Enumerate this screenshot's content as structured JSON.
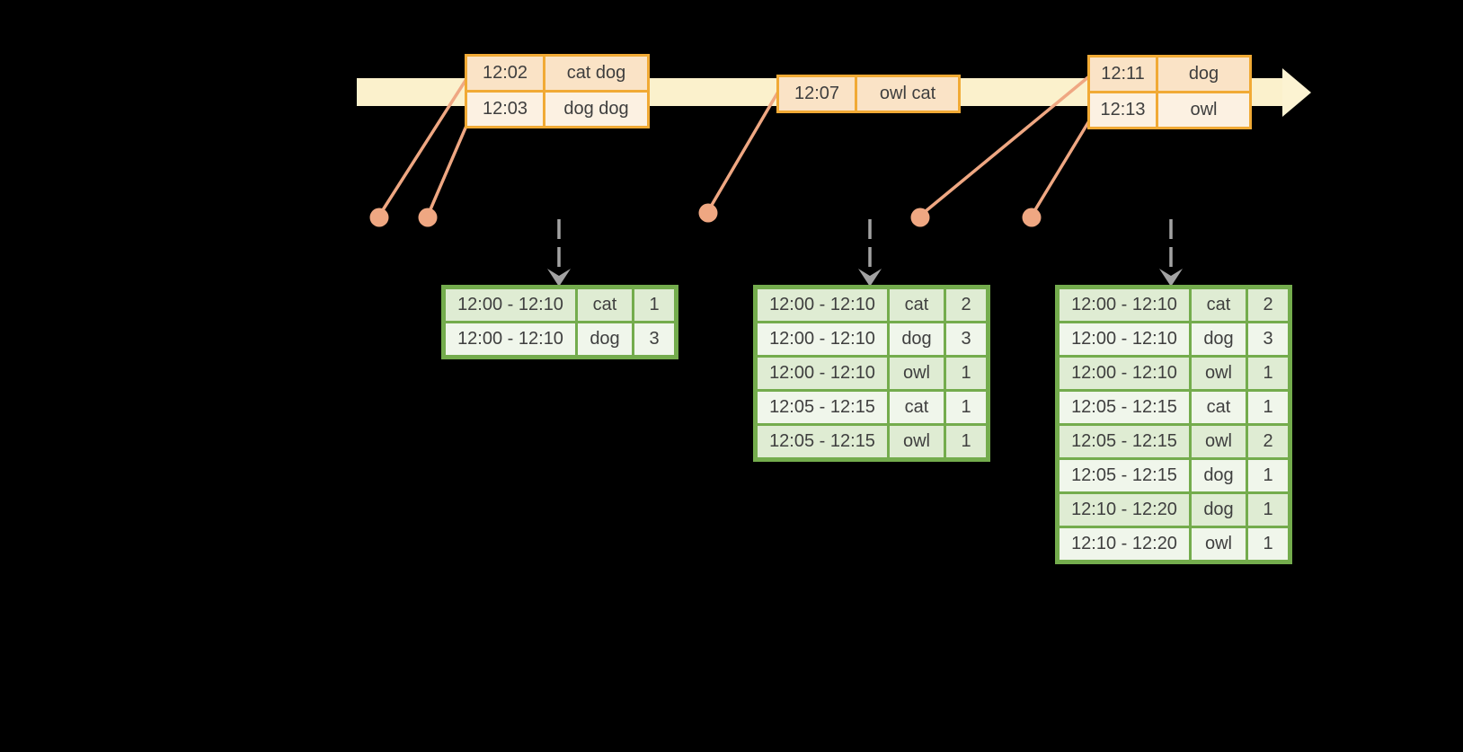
{
  "colors": {
    "background": "#000000",
    "timeline_fill": "#FBF1CC",
    "event_table_border": "#F1AA35",
    "event_row_dark": "#FAE3C6",
    "event_row_light": "#FCF1E2",
    "connector_salmon": "#EFA782",
    "trigger_arrow_gray": "#A3A3A3",
    "result_table_border": "#74AC4D",
    "result_row_dark": "#DFECD3",
    "result_row_light": "#F0F6EB",
    "text": "#3E3E3E"
  },
  "icons": {
    "timeline_arrowhead": "right-arrowhead",
    "trigger_arrowhead": "down-chevron",
    "event_time_marker": "dot"
  },
  "events": [
    {
      "rows": [
        {
          "time": "12:02",
          "words": "cat dog"
        },
        {
          "time": "12:03",
          "words": "dog dog"
        }
      ]
    },
    {
      "rows": [
        {
          "time": "12:07",
          "words": "owl cat"
        }
      ]
    },
    {
      "rows": [
        {
          "time": "12:11",
          "words": "dog"
        },
        {
          "time": "12:13",
          "words": "owl"
        }
      ]
    }
  ],
  "results": [
    {
      "rows": [
        {
          "window": "12:00 - 12:10",
          "word": "cat",
          "count": "1"
        },
        {
          "window": "12:00 - 12:10",
          "word": "dog",
          "count": "3"
        }
      ]
    },
    {
      "rows": [
        {
          "window": "12:00 - 12:10",
          "word": "cat",
          "count": "2"
        },
        {
          "window": "12:00 - 12:10",
          "word": "dog",
          "count": "3"
        },
        {
          "window": "12:00 - 12:10",
          "word": "owl",
          "count": "1"
        },
        {
          "window": "12:05 - 12:15",
          "word": "cat",
          "count": "1"
        },
        {
          "window": "12:05 - 12:15",
          "word": "owl",
          "count": "1"
        }
      ]
    },
    {
      "rows": [
        {
          "window": "12:00 - 12:10",
          "word": "cat",
          "count": "2"
        },
        {
          "window": "12:00 - 12:10",
          "word": "dog",
          "count": "3"
        },
        {
          "window": "12:00 - 12:10",
          "word": "owl",
          "count": "1"
        },
        {
          "window": "12:05 - 12:15",
          "word": "cat",
          "count": "1"
        },
        {
          "window": "12:05 - 12:15",
          "word": "owl",
          "count": "2"
        },
        {
          "window": "12:05 - 12:15",
          "word": "dog",
          "count": "1"
        },
        {
          "window": "12:10 - 12:20",
          "word": "dog",
          "count": "1"
        },
        {
          "window": "12:10 - 12:20",
          "word": "owl",
          "count": "1"
        }
      ]
    }
  ]
}
